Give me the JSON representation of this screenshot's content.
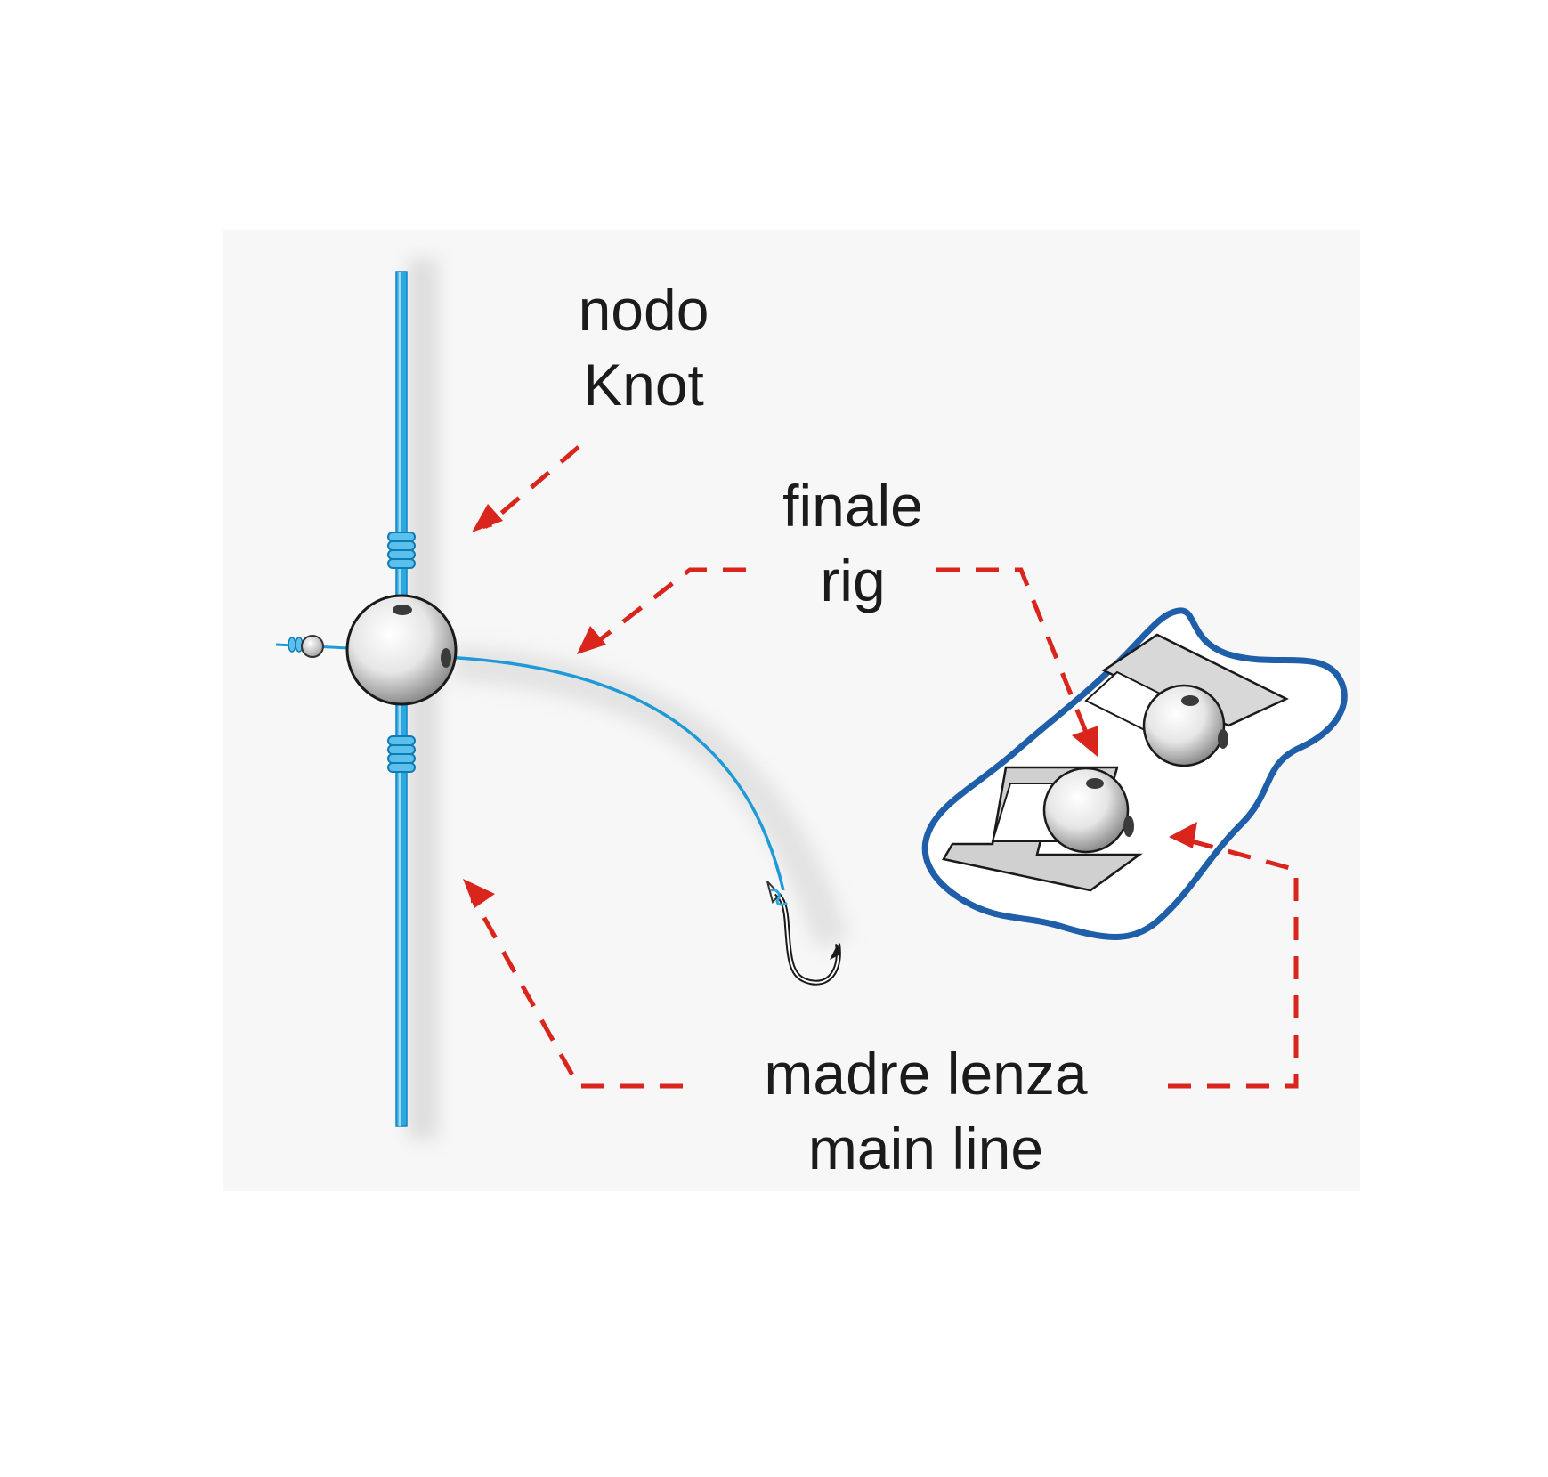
{
  "labels": {
    "knot_it": "nodo",
    "knot_en": "Knot",
    "rig_it": "finale",
    "rig_en": "rig",
    "mainline_it": "madre lenza",
    "mainline_en": "main line"
  },
  "colors": {
    "line": "#29a9e0",
    "arrow": "#d9251c",
    "outline": "#1f5ea8",
    "text": "#1b1b1b"
  }
}
